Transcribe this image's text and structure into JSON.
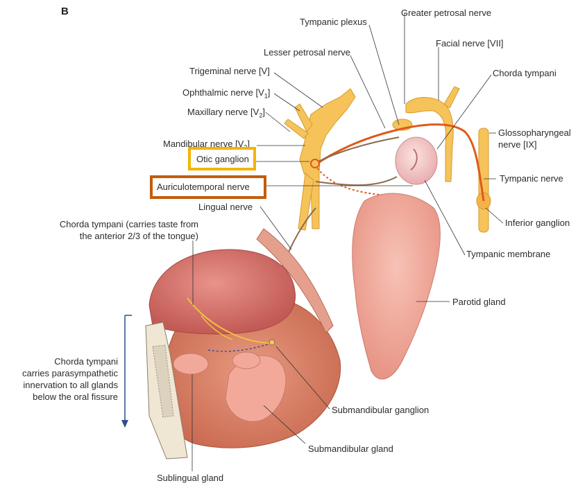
{
  "panel_letter": "B",
  "labels": {
    "tympanic_plexus": "Tympanic plexus",
    "greater_petrosal": "Greater petrosal nerve",
    "facial_nerve": "Facial nerve [VII]",
    "lesser_petrosal": "Lesser petrosal nerve",
    "trigeminal": "Trigeminal nerve [V]",
    "chorda_tympani_top": "Chorda tympani",
    "ophthalmic": "Ophthalmic nerve [V1]",
    "maxillary": "Maxillary nerve [V2]",
    "glossopharyngeal_1": "Glossopharyngeal",
    "glossopharyngeal_2": "nerve [IX]",
    "mandibular": "Mandibular nerve [V3]",
    "otic_ganglion": "Otic ganglion",
    "tympanic_nerve": "Tympanic nerve",
    "auriculotemporal": "Auriculotemporal nerve",
    "lingual": "Lingual nerve",
    "inferior_ganglion": "Inferior ganglion",
    "chorda_taste_1": "Chorda tympani (carries taste from",
    "chorda_taste_2": "the anterior 2/3 of the tongue)",
    "tympanic_membrane": "Tympanic membrane",
    "parotid": "Parotid gland",
    "chorda_para_1": "Chorda tympani",
    "chorda_para_2": "carries parasympathetic",
    "chorda_para_3": "innervation to all glands",
    "chorda_para_4": "below the oral fissure",
    "submandibular_ganglion": "Submandibular ganglion",
    "submandibular_gland": "Submandibular gland",
    "sublingual": "Sublingual gland"
  },
  "colors": {
    "highlight_otic": "#f5b400",
    "highlight_auriculotemporal": "#c45c0a",
    "nerve_yellow": "#f6c35a",
    "nerve_orange": "#e0581a",
    "gland_pink": "#f2a99a",
    "tongue": "#d9736b",
    "arrow_blue": "#2a4f8c"
  }
}
